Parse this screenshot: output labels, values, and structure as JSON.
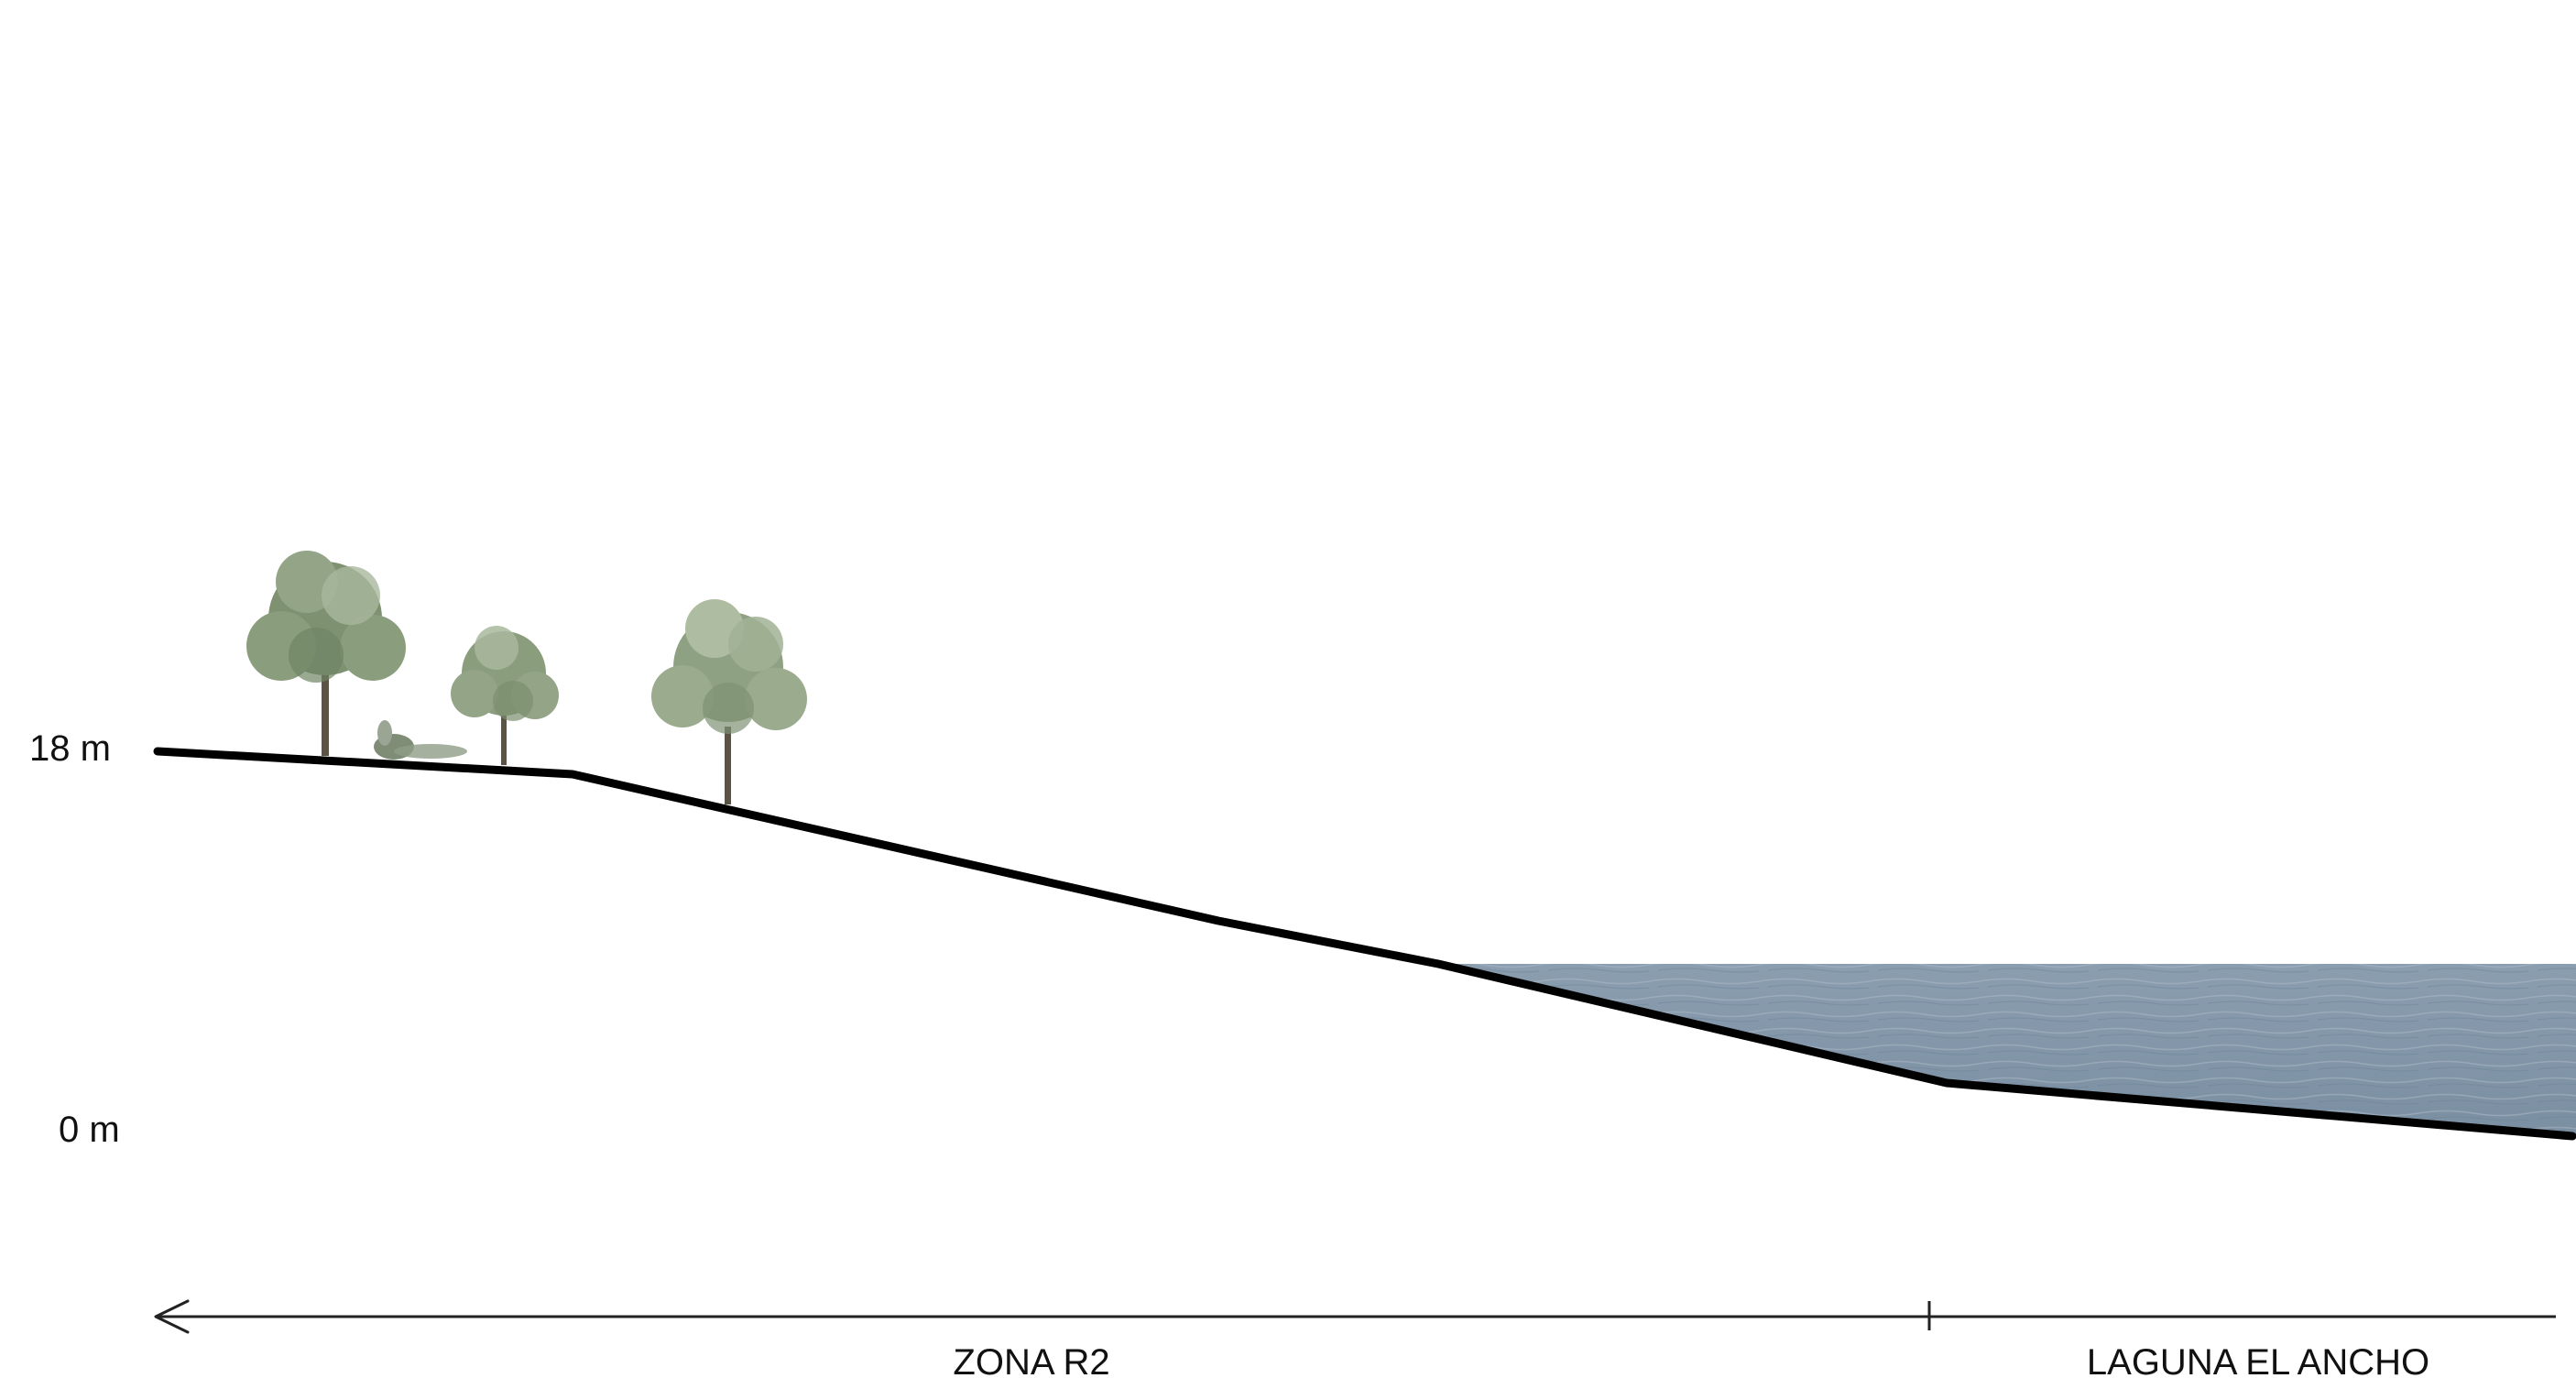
{
  "elevation_labels": {
    "top": "18 m",
    "bottom": "0 m"
  },
  "zones": {
    "left": "ZONA R2",
    "right": "LAGUNA EL ANCHO"
  },
  "colors": {
    "terrain_line": "#000000",
    "water": "#8fa1b2",
    "water_dark": "#7d91a4",
    "foliage": "#7e9272",
    "foliage_light": "#a9b89c",
    "trunk": "#5b5346"
  },
  "icons": [
    "tree-icon",
    "shrub-icon",
    "arrow-left-icon"
  ]
}
